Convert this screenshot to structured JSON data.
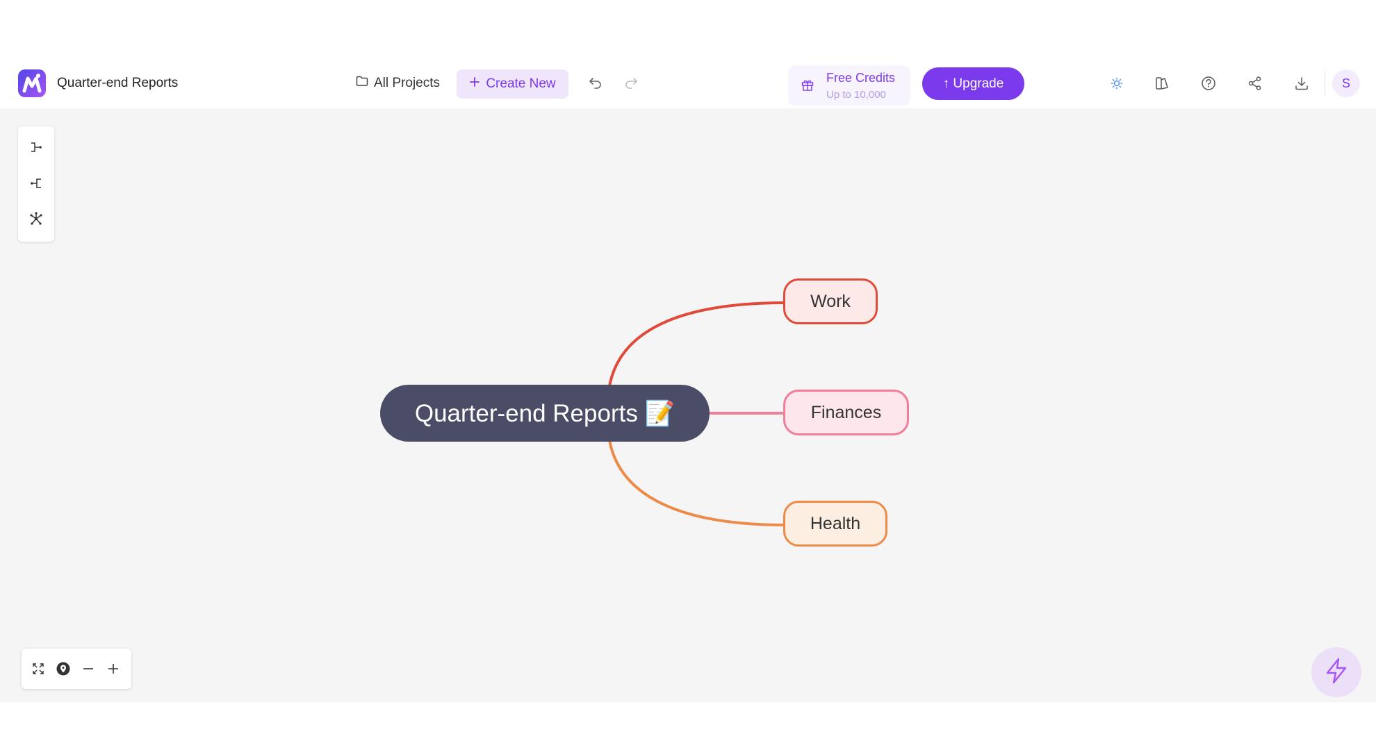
{
  "header": {
    "title": "Quarter-end Reports",
    "all_projects": "All Projects",
    "create_new": "Create New",
    "credits_title": "Free Credits",
    "credits_sub": "Up to 10,000",
    "upgrade": "↑ Upgrade",
    "avatar_initial": "S"
  },
  "mindmap": {
    "root": "Quarter-end Reports 📝",
    "children": [
      {
        "label": "Work",
        "color": "#e04a3a"
      },
      {
        "label": "Finances",
        "color": "#f27d98"
      },
      {
        "label": "Health",
        "color": "#ee8a48"
      }
    ]
  },
  "colors": {
    "accent": "#7c3aed",
    "root_node": "#4b4c66",
    "canvas": "#f5f5f5"
  },
  "icons": {
    "toolbar": [
      "undo-icon",
      "redo-icon",
      "theme-icon",
      "style-icon",
      "help-icon",
      "share-icon",
      "download-icon"
    ],
    "layout": [
      "layout-right-icon",
      "layout-left-icon",
      "layout-radial-icon"
    ],
    "zoom": [
      "fit-view-icon",
      "locate-icon",
      "zoom-out-icon",
      "zoom-in-icon"
    ]
  }
}
